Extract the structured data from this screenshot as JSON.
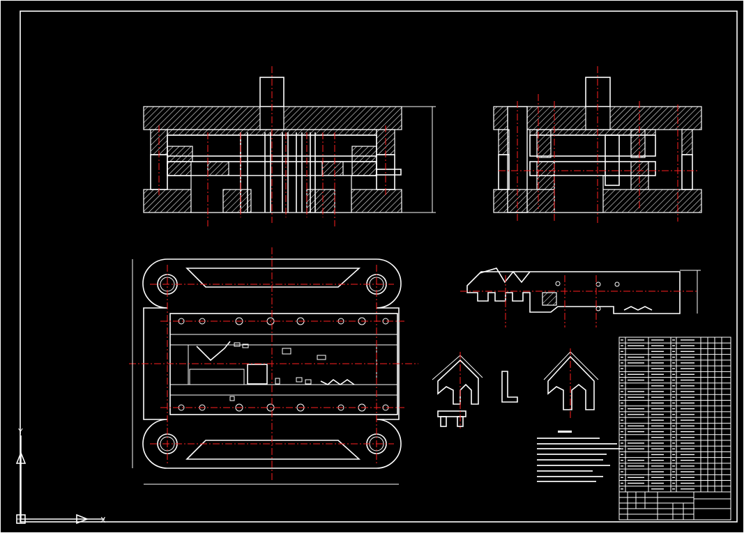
{
  "drawing": {
    "type": "CAD die assembly drawing",
    "background_color": "#000000",
    "line_color": "#ffffff",
    "centerline_color": "#ff2020"
  },
  "ucs_icon": {
    "y_label": "Y",
    "x_label": "X"
  },
  "views": [
    {
      "name": "front-section-view"
    },
    {
      "name": "side-section-view"
    },
    {
      "name": "plan-view-lower-die"
    },
    {
      "name": "strip-layout"
    },
    {
      "name": "part-sketch-left"
    },
    {
      "name": "part-l-bracket"
    },
    {
      "name": "part-sketch-right"
    }
  ],
  "bill_of_materials": {
    "row_count": 27
  }
}
